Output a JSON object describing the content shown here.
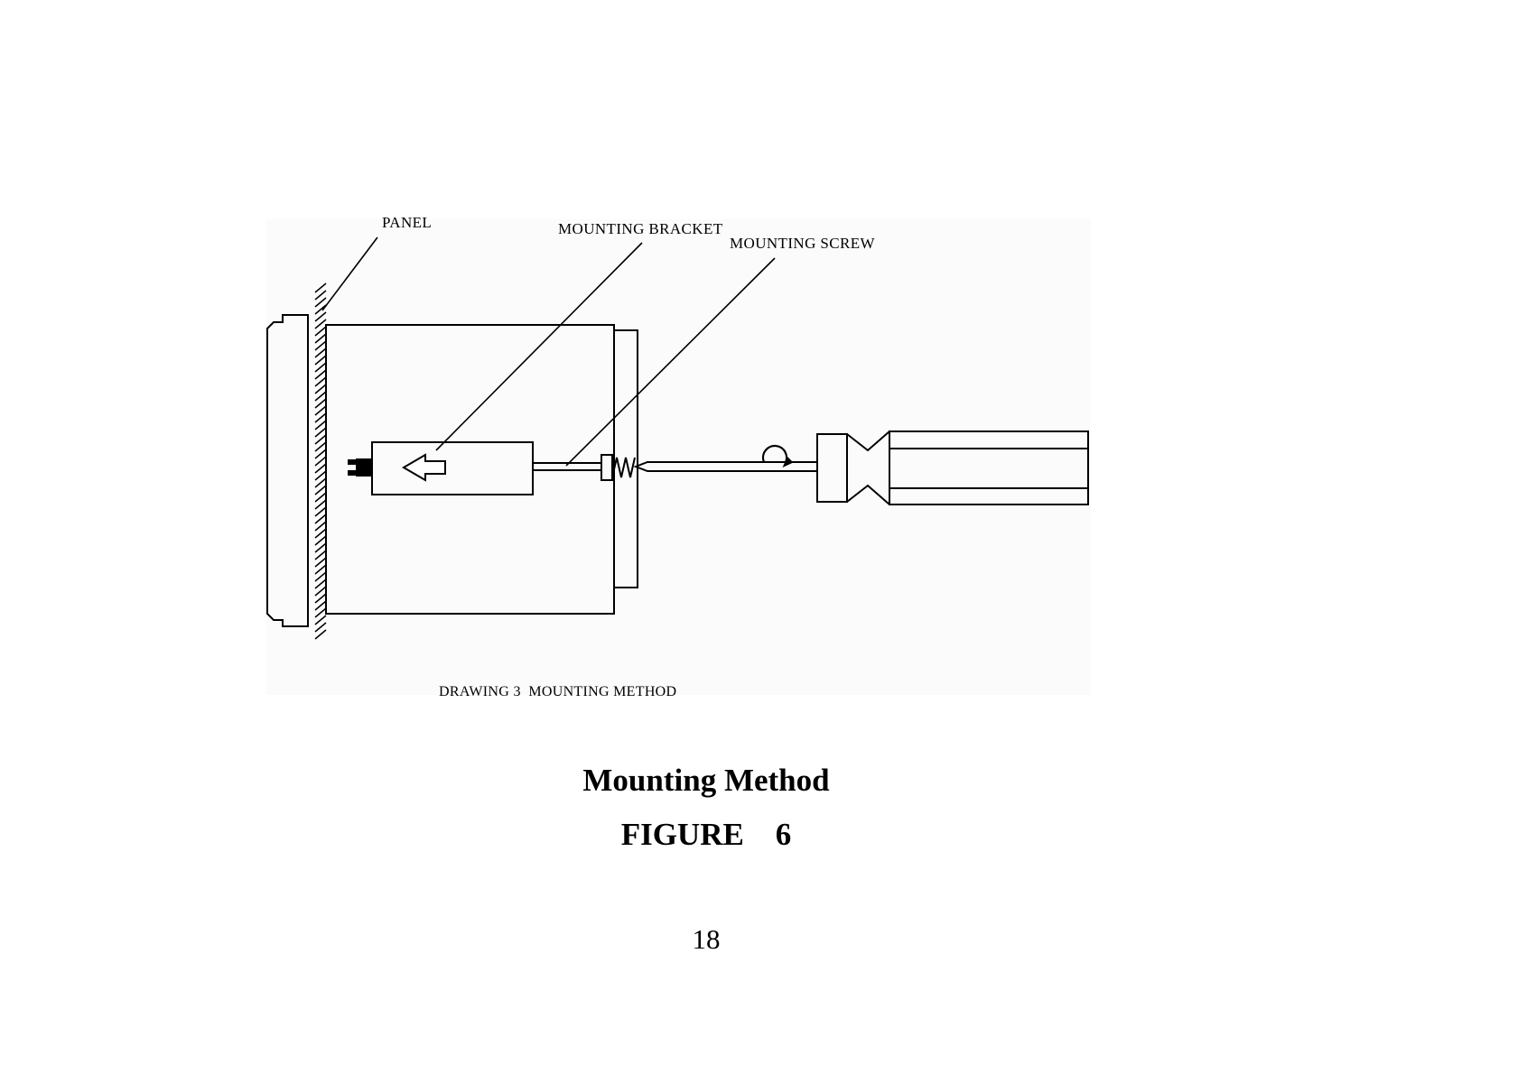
{
  "page": {
    "number": "18",
    "background": "#ffffff"
  },
  "figure": {
    "title": "Mounting Method",
    "figure_line": "FIGURE    6"
  },
  "diagram": {
    "caption": "DRAWING 3  MOUNTING METHOD",
    "labels": {
      "panel": "PANEL",
      "mounting_bracket": "MOUNTING BRACKET",
      "mounting_screw": "MOUNTING SCREW"
    },
    "line_color": "#000000",
    "parts": [
      "panel",
      "bezel",
      "instrument-case",
      "mounting-bracket",
      "bracket-claw",
      "mounting-screw",
      "screwdriver",
      "rotation-arrow"
    ]
  }
}
